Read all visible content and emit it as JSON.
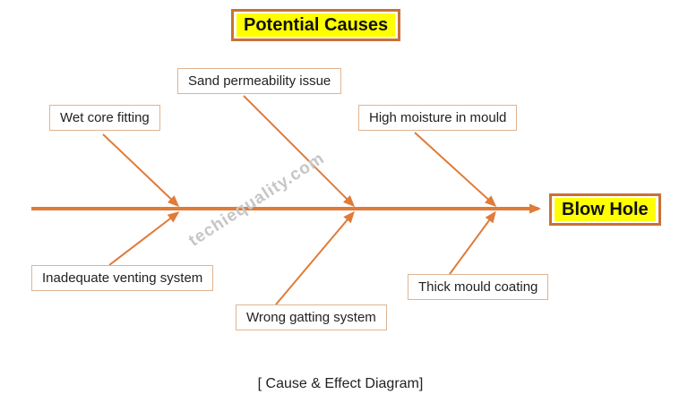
{
  "diagram": {
    "title": "Potential Causes",
    "effect": "Blow Hole",
    "caption": "[ Cause & Effect Diagram]",
    "watermark": "techiequality.com",
    "type": "fishbone-cause-effect",
    "causes": [
      {
        "label": "Wet core fitting",
        "side": "top"
      },
      {
        "label": "Sand permeability issue",
        "side": "top"
      },
      {
        "label": "High moisture in mould",
        "side": "top"
      },
      {
        "label": "Inadequate venting system",
        "side": "bottom"
      },
      {
        "label": "Wrong gatting system",
        "side": "bottom"
      },
      {
        "label": "Thick mould coating",
        "side": "bottom"
      }
    ]
  },
  "colors": {
    "color-spine": "#E07B39",
    "color-border-strong": "#C87137",
    "color-border-light": "#DFB491",
    "color-highlight": "#FFFF00",
    "color-watermark": "#C6C6C6"
  }
}
